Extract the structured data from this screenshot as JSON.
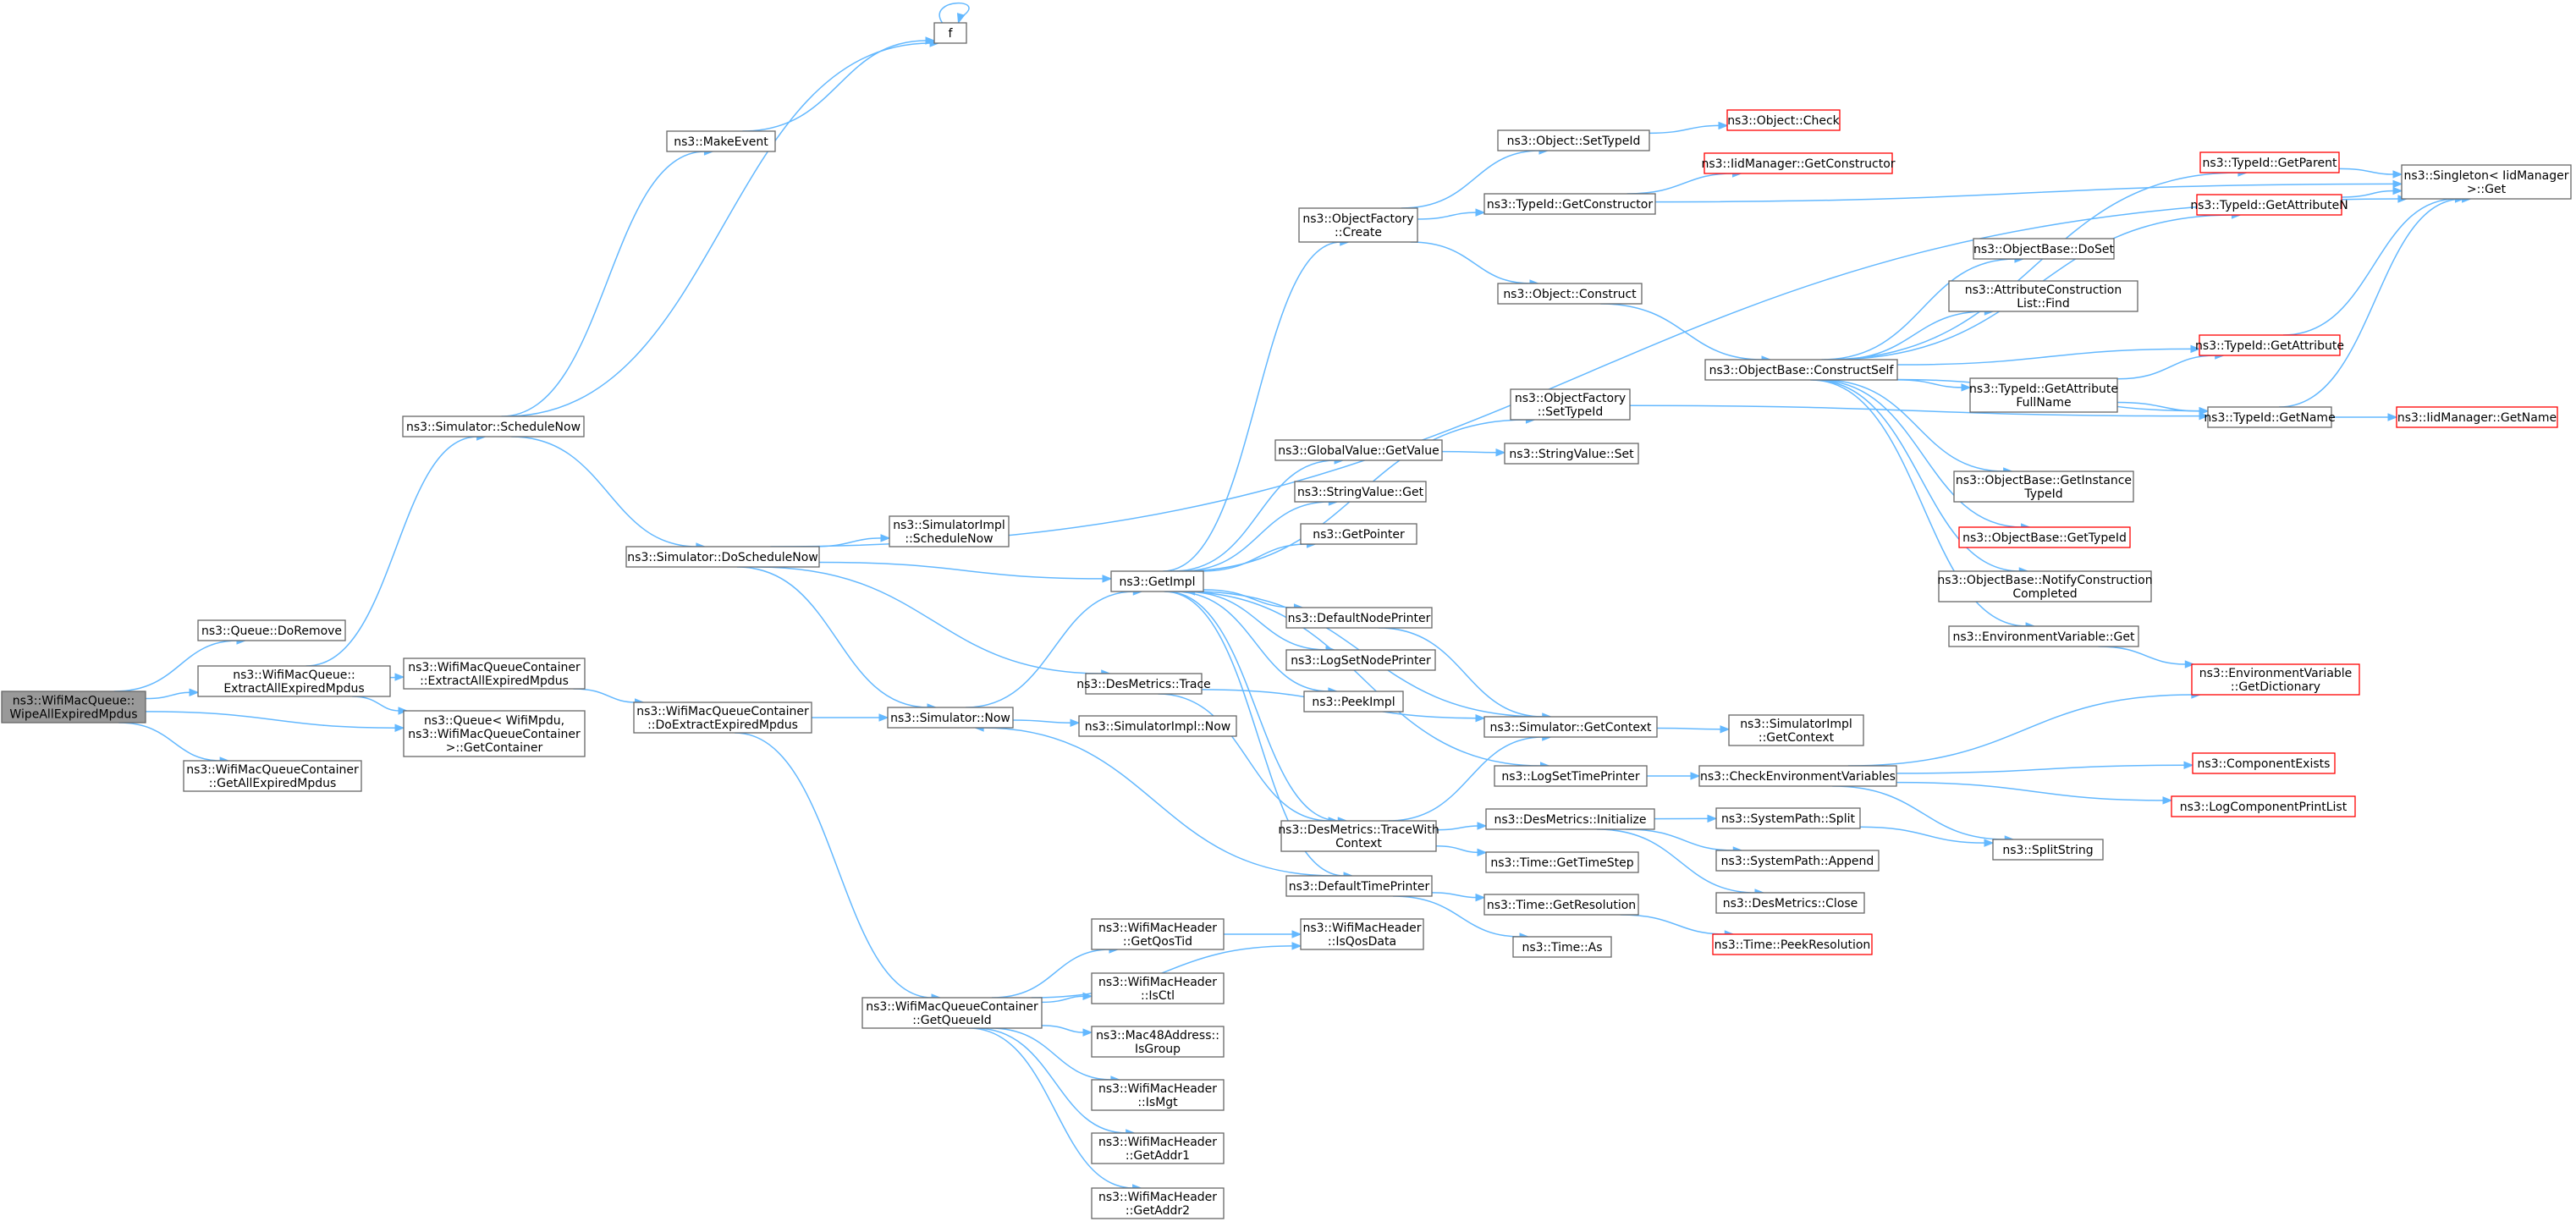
{
  "diagram": {
    "nodes": [
      {
        "id": "root",
        "lines": [
          "ns3::WifiMacQueue::",
          "WipeAllExpiredMpdus"
        ],
        "style": "root"
      },
      {
        "id": "qdoremove",
        "lines": [
          "ns3::Queue::DoRemove"
        ],
        "style": "normal"
      },
      {
        "id": "wmqextract",
        "lines": [
          "ns3::WifiMacQueue::",
          "ExtractAllExpiredMpdus"
        ],
        "style": "normal"
      },
      {
        "id": "getallexpired",
        "lines": [
          "ns3::WifiMacQueueContainer",
          "::GetAllExpiredMpdus"
        ],
        "style": "normal"
      },
      {
        "id": "schednow",
        "lines": [
          "ns3::Simulator::ScheduleNow"
        ],
        "style": "normal"
      },
      {
        "id": "makeevent",
        "lines": [
          "ns3::MakeEvent"
        ],
        "style": "normal"
      },
      {
        "id": "f",
        "lines": [
          "f"
        ],
        "style": "normal"
      },
      {
        "id": "wmqcextract",
        "lines": [
          "ns3::WifiMacQueueContainer",
          "::ExtractAllExpiredMpdus"
        ],
        "style": "normal"
      },
      {
        "id": "getcontainer",
        "lines": [
          "ns3::Queue< WifiMpdu,",
          "ns3::WifiMacQueueContainer",
          ">::GetContainer"
        ],
        "style": "normal"
      },
      {
        "id": "doschednow",
        "lines": [
          "ns3::Simulator::DoScheduleNow"
        ],
        "style": "normal"
      },
      {
        "id": "doextract",
        "lines": [
          "ns3::WifiMacQueueContainer",
          "::DoExtractExpiredMpdus"
        ],
        "style": "normal"
      },
      {
        "id": "simimplsched",
        "lines": [
          "ns3::SimulatorImpl",
          "::ScheduleNow"
        ],
        "style": "normal"
      },
      {
        "id": "destrace",
        "lines": [
          "ns3::DesMetrics::Trace"
        ],
        "style": "normal"
      },
      {
        "id": "simnow",
        "lines": [
          "ns3::Simulator::Now"
        ],
        "style": "normal"
      },
      {
        "id": "getqueueid",
        "lines": [
          "ns3::WifiMacQueueContainer",
          "::GetQueueId"
        ],
        "style": "normal"
      },
      {
        "id": "getimpl",
        "lines": [
          "ns3::GetImpl"
        ],
        "style": "normal"
      },
      {
        "id": "simimplnow",
        "lines": [
          "ns3::SimulatorImpl::Now"
        ],
        "style": "normal"
      },
      {
        "id": "ofcreate",
        "lines": [
          "ns3::ObjectFactory",
          "::Create"
        ],
        "style": "normal"
      },
      {
        "id": "gvget",
        "lines": [
          "ns3::GlobalValue::GetValue"
        ],
        "style": "normal"
      },
      {
        "id": "svget",
        "lines": [
          "ns3::StringValue::Get"
        ],
        "style": "normal"
      },
      {
        "id": "getpointer",
        "lines": [
          "ns3::GetPointer"
        ],
        "style": "normal"
      },
      {
        "id": "defnodeprinter",
        "lines": [
          "ns3::DefaultNodePrinter"
        ],
        "style": "normal"
      },
      {
        "id": "logsetnode",
        "lines": [
          "ns3::LogSetNodePrinter"
        ],
        "style": "normal"
      },
      {
        "id": "peekimpl",
        "lines": [
          "ns3::PeekImpl"
        ],
        "style": "normal"
      },
      {
        "id": "tracewithctx",
        "lines": [
          "ns3::DesMetrics::TraceWith",
          "Context"
        ],
        "style": "normal"
      },
      {
        "id": "deftimeprinter",
        "lines": [
          "ns3::DefaultTimePrinter"
        ],
        "style": "normal"
      },
      {
        "id": "getqostid",
        "lines": [
          "ns3::WifiMacHeader",
          "::GetQosTid"
        ],
        "style": "normal"
      },
      {
        "id": "isctl",
        "lines": [
          "ns3::WifiMacHeader",
          "::IsCtl"
        ],
        "style": "normal"
      },
      {
        "id": "isgroup",
        "lines": [
          "ns3::Mac48Address::",
          "IsGroup"
        ],
        "style": "normal"
      },
      {
        "id": "ismgt",
        "lines": [
          "ns3::WifiMacHeader",
          "::IsMgt"
        ],
        "style": "normal"
      },
      {
        "id": "getaddr1",
        "lines": [
          "ns3::WifiMacHeader",
          "::GetAddr1"
        ],
        "style": "normal"
      },
      {
        "id": "getaddr2",
        "lines": [
          "ns3::WifiMacHeader",
          "::GetAddr2"
        ],
        "style": "normal"
      },
      {
        "id": "isqosdata",
        "lines": [
          "ns3::WifiMacHeader",
          "::IsQosData"
        ],
        "style": "normal"
      },
      {
        "id": "objsettypeid",
        "lines": [
          "ns3::Object::SetTypeId"
        ],
        "style": "normal"
      },
      {
        "id": "tidgetctor",
        "lines": [
          "ns3::TypeId::GetConstructor"
        ],
        "style": "normal"
      },
      {
        "id": "objconstruct",
        "lines": [
          "ns3::Object::Construct"
        ],
        "style": "normal"
      },
      {
        "id": "ofsettypeid",
        "lines": [
          "ns3::ObjectFactory",
          "::SetTypeId"
        ],
        "style": "normal"
      },
      {
        "id": "svset",
        "lines": [
          "ns3::StringValue::Set"
        ],
        "style": "normal"
      },
      {
        "id": "simgetctx",
        "lines": [
          "ns3::Simulator::GetContext"
        ],
        "style": "normal"
      },
      {
        "id": "logsettime",
        "lines": [
          "ns3::LogSetTimePrinter"
        ],
        "style": "normal"
      },
      {
        "id": "desinit",
        "lines": [
          "ns3::DesMetrics::Initialize"
        ],
        "style": "normal"
      },
      {
        "id": "gettimestep",
        "lines": [
          "ns3::Time::GetTimeStep"
        ],
        "style": "normal"
      },
      {
        "id": "getresolution",
        "lines": [
          "ns3::Time::GetResolution"
        ],
        "style": "normal"
      },
      {
        "id": "timeas",
        "lines": [
          "ns3::Time::As"
        ],
        "style": "normal"
      },
      {
        "id": "objcheck",
        "lines": [
          "ns3::Object::Check"
        ],
        "style": "red"
      },
      {
        "id": "iidgetctor",
        "lines": [
          "ns3::IidManager::GetConstructor"
        ],
        "style": "red"
      },
      {
        "id": "constructself",
        "lines": [
          "ns3::ObjectBase::ConstructSelf"
        ],
        "style": "normal"
      },
      {
        "id": "simimplgetctx",
        "lines": [
          "ns3::SimulatorImpl",
          "::GetContext"
        ],
        "style": "normal"
      },
      {
        "id": "checkenv",
        "lines": [
          "ns3::CheckEnvironmentVariables"
        ],
        "style": "normal"
      },
      {
        "id": "syspathsplit",
        "lines": [
          "ns3::SystemPath::Split"
        ],
        "style": "normal"
      },
      {
        "id": "syspathappend",
        "lines": [
          "ns3::SystemPath::Append"
        ],
        "style": "normal"
      },
      {
        "id": "desclose",
        "lines": [
          "ns3::DesMetrics::Close"
        ],
        "style": "normal"
      },
      {
        "id": "peekres",
        "lines": [
          "ns3::Time::PeekResolution"
        ],
        "style": "red"
      },
      {
        "id": "obdoset",
        "lines": [
          "ns3::ObjectBase::DoSet"
        ],
        "style": "normal"
      },
      {
        "id": "attrfind",
        "lines": [
          "ns3::AttributeConstruction",
          "List::Find"
        ],
        "style": "normal"
      },
      {
        "id": "getattrfull",
        "lines": [
          "ns3::TypeId::GetAttribute",
          "FullName"
        ],
        "style": "normal"
      },
      {
        "id": "getinsttid",
        "lines": [
          "ns3::ObjectBase::GetInstance",
          "TypeId"
        ],
        "style": "normal"
      },
      {
        "id": "obgettid",
        "lines": [
          "ns3::ObjectBase::GetTypeId"
        ],
        "style": "red"
      },
      {
        "id": "notifycc",
        "lines": [
          "ns3::ObjectBase::NotifyConstruction",
          "Completed"
        ],
        "style": "normal"
      },
      {
        "id": "envget",
        "lines": [
          "ns3::EnvironmentVariable::Get"
        ],
        "style": "normal"
      },
      {
        "id": "compexists",
        "lines": [
          "ns3::ComponentExists"
        ],
        "style": "red"
      },
      {
        "id": "logcompprint",
        "lines": [
          "ns3::LogComponentPrintList"
        ],
        "style": "red"
      },
      {
        "id": "splitstring",
        "lines": [
          "ns3::SplitString"
        ],
        "style": "normal"
      },
      {
        "id": "tidgetparent",
        "lines": [
          "ns3::TypeId::GetParent"
        ],
        "style": "red"
      },
      {
        "id": "tidgetattrn",
        "lines": [
          "ns3::TypeId::GetAttributeN"
        ],
        "style": "red"
      },
      {
        "id": "tidgetattr",
        "lines": [
          "ns3::TypeId::GetAttribute"
        ],
        "style": "red"
      },
      {
        "id": "tidgetname",
        "lines": [
          "ns3::TypeId::GetName"
        ],
        "style": "normal"
      },
      {
        "id": "envgetdict",
        "lines": [
          "ns3::EnvironmentVariable",
          "::GetDictionary"
        ],
        "style": "red"
      },
      {
        "id": "singletonget",
        "lines": [
          "ns3::Singleton< IidManager",
          ">::Get"
        ],
        "style": "normal"
      },
      {
        "id": "iidgetname",
        "lines": [
          "ns3::IidManager::GetName"
        ],
        "style": "red"
      }
    ],
    "edges": [
      [
        "root",
        "qdoremove"
      ],
      [
        "root",
        "wmqextract"
      ],
      [
        "root",
        "getcontainer"
      ],
      [
        "root",
        "getallexpired"
      ],
      [
        "wmqextract",
        "schednow"
      ],
      [
        "wmqextract",
        "wmqcextract"
      ],
      [
        "wmqextract",
        "getcontainer"
      ],
      [
        "schednow",
        "makeevent"
      ],
      [
        "schednow",
        "f"
      ],
      [
        "schednow",
        "doschednow"
      ],
      [
        "makeevent",
        "f"
      ],
      [
        "f",
        "f"
      ],
      [
        "wmqcextract",
        "doextract"
      ],
      [
        "doschednow",
        "simimplsched"
      ],
      [
        "doschednow",
        "getimpl"
      ],
      [
        "doschednow",
        "destrace"
      ],
      [
        "doschednow",
        "simnow"
      ],
      [
        "doschednow",
        "singletonget"
      ],
      [
        "doextract",
        "simnow"
      ],
      [
        "doextract",
        "getqueueid"
      ],
      [
        "simnow",
        "getimpl"
      ],
      [
        "simnow",
        "simimplnow"
      ],
      [
        "destrace",
        "tracewithctx"
      ],
      [
        "destrace",
        "simgetctx"
      ],
      [
        "getqueueid",
        "getqostid"
      ],
      [
        "getqueueid",
        "isctl"
      ],
      [
        "getqueueid",
        "isgroup"
      ],
      [
        "getqueueid",
        "ismgt"
      ],
      [
        "getqueueid",
        "getaddr1"
      ],
      [
        "getqueueid",
        "getaddr2"
      ],
      [
        "getqueueid",
        "isqosdata"
      ],
      [
        "getqostid",
        "isqosdata"
      ],
      [
        "getimpl",
        "ofcreate"
      ],
      [
        "getimpl",
        "ofsettypeid"
      ],
      [
        "getimpl",
        "gvget"
      ],
      [
        "getimpl",
        "svget"
      ],
      [
        "getimpl",
        "getpointer"
      ],
      [
        "getimpl",
        "defnodeprinter"
      ],
      [
        "getimpl",
        "logsetnode"
      ],
      [
        "getimpl",
        "peekimpl"
      ],
      [
        "getimpl",
        "tracewithctx"
      ],
      [
        "getimpl",
        "deftimeprinter"
      ],
      [
        "getimpl",
        "logsettime"
      ],
      [
        "ofcreate",
        "objsettypeid"
      ],
      [
        "ofcreate",
        "tidgetctor"
      ],
      [
        "ofcreate",
        "objconstruct"
      ],
      [
        "objsettypeid",
        "objcheck"
      ],
      [
        "tidgetctor",
        "iidgetctor"
      ],
      [
        "tidgetctor",
        "singletonget"
      ],
      [
        "objconstruct",
        "constructself"
      ],
      [
        "ofsettypeid",
        "tidgetname"
      ],
      [
        "gvget",
        "svset"
      ],
      [
        "defnodeprinter",
        "simgetctx"
      ],
      [
        "simgetctx",
        "getimpl"
      ],
      [
        "simgetctx",
        "simimplgetctx"
      ],
      [
        "tracewithctx",
        "simgetctx"
      ],
      [
        "tracewithctx",
        "desinit"
      ],
      [
        "tracewithctx",
        "gettimestep"
      ],
      [
        "deftimeprinter",
        "simnow"
      ],
      [
        "deftimeprinter",
        "getresolution"
      ],
      [
        "deftimeprinter",
        "timeas"
      ],
      [
        "logsettime",
        "checkenv"
      ],
      [
        "desinit",
        "syspathsplit"
      ],
      [
        "desinit",
        "syspathappend"
      ],
      [
        "desinit",
        "desclose"
      ],
      [
        "getresolution",
        "peekres"
      ],
      [
        "checkenv",
        "envgetdict"
      ],
      [
        "checkenv",
        "compexists"
      ],
      [
        "checkenv",
        "logcompprint"
      ],
      [
        "checkenv",
        "splitstring"
      ],
      [
        "syspathsplit",
        "splitstring"
      ],
      [
        "constructself",
        "obdoset"
      ],
      [
        "constructself",
        "attrfind"
      ],
      [
        "constructself",
        "getattrfull"
      ],
      [
        "constructself",
        "getinsttid"
      ],
      [
        "constructself",
        "obgettid"
      ],
      [
        "constructself",
        "notifycc"
      ],
      [
        "constructself",
        "envget"
      ],
      [
        "constructself",
        "tidgetparent"
      ],
      [
        "constructself",
        "tidgetattrn"
      ],
      [
        "constructself",
        "tidgetattr"
      ],
      [
        "constructself",
        "tidgetname"
      ],
      [
        "getattrfull",
        "tidgetattr"
      ],
      [
        "getattrfull",
        "tidgetname"
      ],
      [
        "envget",
        "envgetdict"
      ],
      [
        "tidgetparent",
        "singletonget"
      ],
      [
        "tidgetattrn",
        "singletonget"
      ],
      [
        "tidgetattr",
        "singletonget"
      ],
      [
        "tidgetname",
        "singletonget"
      ],
      [
        "tidgetname",
        "iidgetname"
      ]
    ]
  }
}
